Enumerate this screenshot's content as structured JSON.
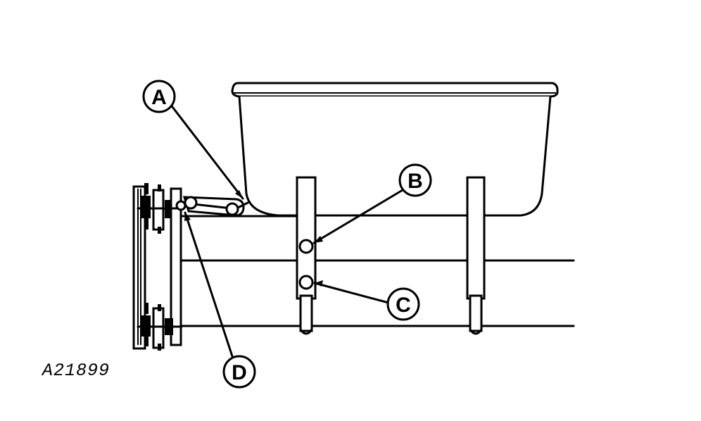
{
  "figure": {
    "id": "A21899"
  },
  "callouts": [
    {
      "letter": "A"
    },
    {
      "letter": "B"
    },
    {
      "letter": "C"
    },
    {
      "letter": "D"
    }
  ]
}
